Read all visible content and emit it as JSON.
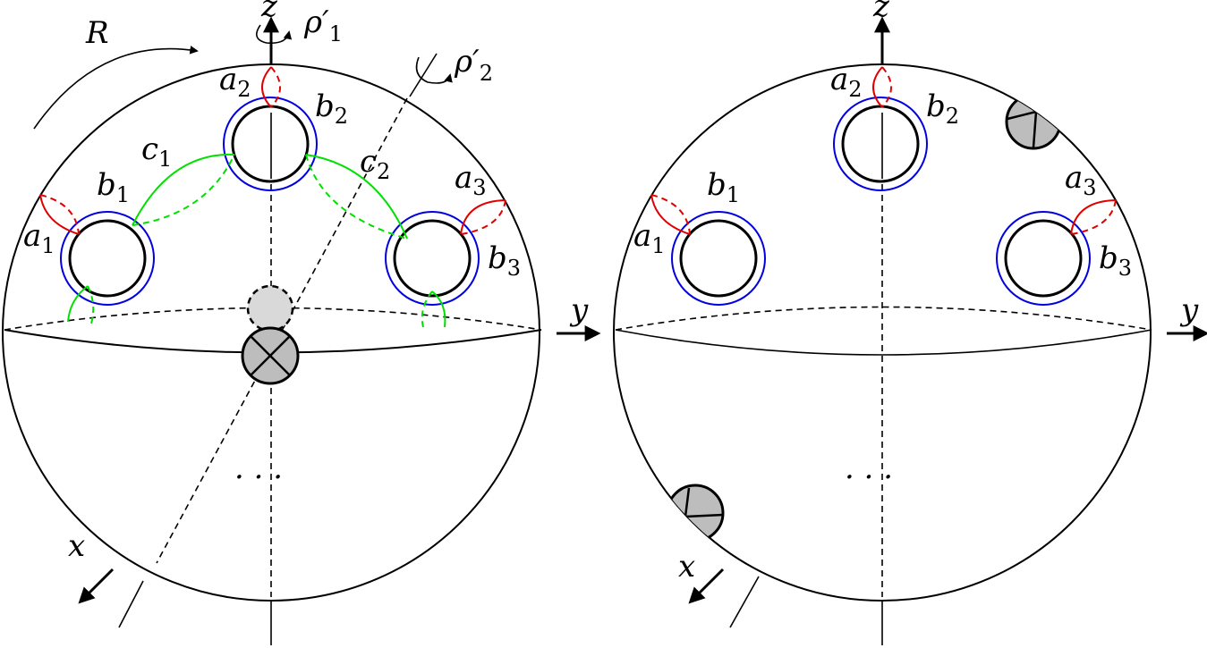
{
  "labels": {
    "R": "R",
    "z": "z",
    "y": "y",
    "x": "x",
    "rho": "ρ′",
    "a": "a",
    "b": "b",
    "c": "c",
    "sub1": "1",
    "sub2": "2",
    "sub3": "3",
    "dots": "· · ·"
  },
  "colors": {
    "outline": "#000000",
    "a_curves": "#e00000",
    "b_curves": "#0000e0",
    "c_curves": "#00e000",
    "crosscap_fill": "#bdbdbd"
  }
}
